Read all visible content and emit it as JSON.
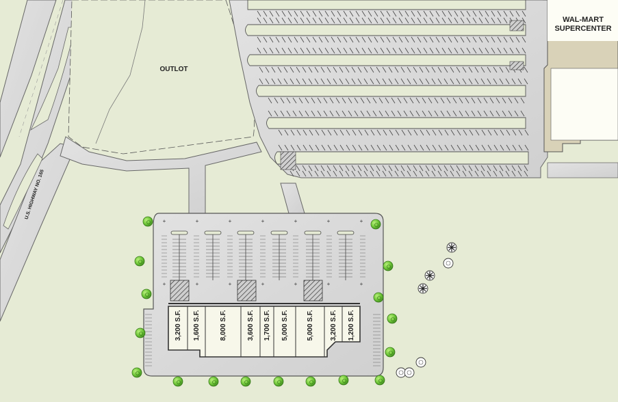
{
  "labels": {
    "outlot": "OUTLOT",
    "anchor_line1": "WAL-MART",
    "anchor_line2": "SUPERCENTER",
    "highway": "U.S. HIGHWAY NO. 165"
  },
  "units": [
    {
      "sf": "3,200 S.F."
    },
    {
      "sf": "1,600 S.F."
    },
    {
      "sf": "8,000 S.F."
    },
    {
      "sf": "3,600 S.F."
    },
    {
      "sf": "1,700 S.F."
    },
    {
      "sf": "5,000 S.F."
    },
    {
      "sf": "5,000 S.F."
    },
    {
      "sf": "3,200 S.F."
    },
    {
      "sf": "1,200 S.F."
    }
  ],
  "colors": {
    "grass": "#e6ebd5",
    "pavement": "#dcdcdc",
    "building": "#f7f7ea",
    "anchor_building": "#d9d2b8",
    "tree": "#6ec638"
  }
}
